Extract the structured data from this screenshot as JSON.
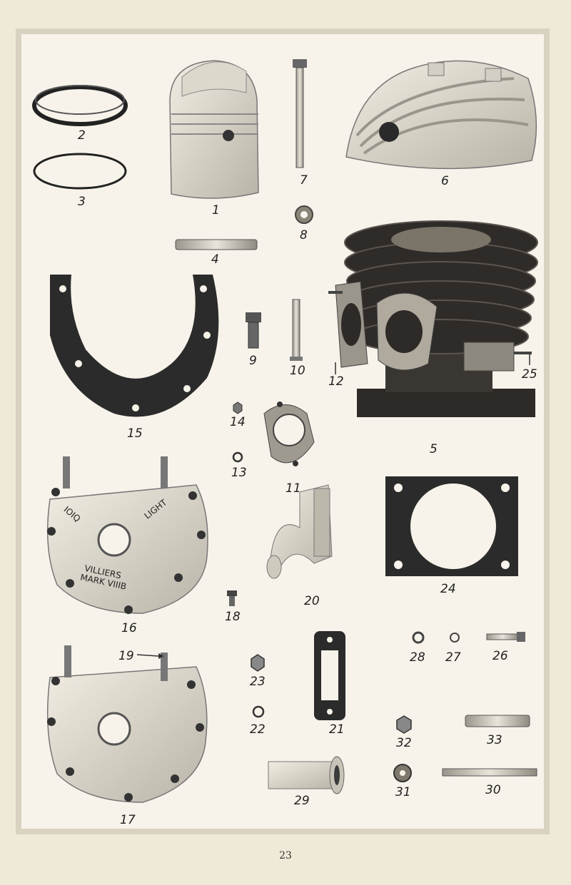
{
  "page_number": "23",
  "parts": {
    "p1": "1",
    "p2": "2",
    "p3": "3",
    "p4": "4",
    "p5": "5",
    "p6": "6",
    "p7": "7",
    "p8": "8",
    "p9": "9",
    "p10": "10",
    "p11": "11",
    "p12": "12",
    "p13": "13",
    "p14": "14",
    "p15": "15",
    "p16": "16",
    "p17": "17",
    "p18": "18",
    "p19": "19",
    "p20": "20",
    "p21": "21",
    "p22": "22",
    "p23": "23",
    "p24": "24",
    "p25": "25",
    "p26": "26",
    "p27": "27",
    "p28": "28",
    "p29": "29",
    "p30": "30",
    "p31": "31",
    "p32": "32",
    "p33": "33"
  },
  "casting_text": {
    "top_left": "IOIQ",
    "top_right": "LIGHT",
    "brand": "VILLIERS",
    "model": "MARK VIIIB"
  }
}
